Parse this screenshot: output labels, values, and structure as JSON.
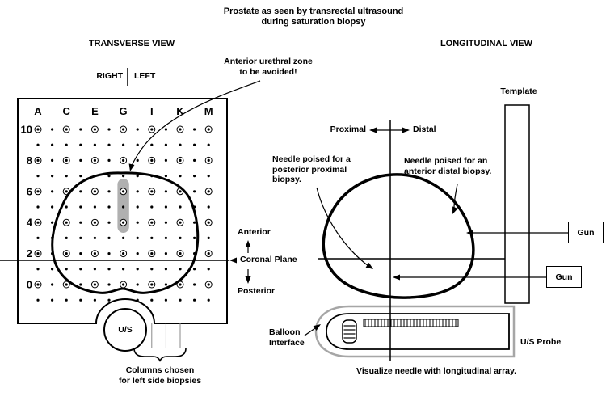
{
  "title": {
    "line1": "Prostate as seen by transrectal ultrasound",
    "line2": "during saturation biopsy"
  },
  "transverse": {
    "heading": "TRANSVERSE VIEW",
    "right_label": "RIGHT",
    "left_label": "LEFT",
    "urethral_note": {
      "line1": "Anterior urethral zone",
      "line2": "to be avoided!"
    },
    "grid": {
      "col_labels": [
        "A",
        "C",
        "E",
        "G",
        "I",
        "K",
        "M"
      ],
      "row_labels": [
        "10",
        "8",
        "6",
        "4",
        "2",
        "0"
      ],
      "cols": 13,
      "rows": 12
    },
    "anterior_label": "Anterior",
    "coronal_label": "Coronal Plane",
    "posterior_label": "Posterior",
    "probe_label": "U/S",
    "brace_note": {
      "line1": "Columns chosen",
      "line2": "for left side biopsies"
    }
  },
  "longitudinal": {
    "heading": "LONGITUDINAL VIEW",
    "proximal_label": "Proximal",
    "distal_label": "Distal",
    "template_label": "Template",
    "gun_top_label": "Gun",
    "gun_bottom_label": "Gun",
    "posterior_needle_note": {
      "line1": "Needle poised for a",
      "line2": "posterior proximal",
      "line3": "biopsy."
    },
    "anterior_needle_note": {
      "line1": "Needle poised for an",
      "line2": "anterior distal biopsy."
    },
    "balloon_note": {
      "line1": "Balloon",
      "line2": "Interface"
    },
    "probe_label": "U/S Probe",
    "caption": "Visualize needle with longitudinal array."
  },
  "colors": {
    "ink": "#000000",
    "zone_gray": "#b0b0b0",
    "probe_gray": "#a6a6a6",
    "background": "#ffffff"
  }
}
